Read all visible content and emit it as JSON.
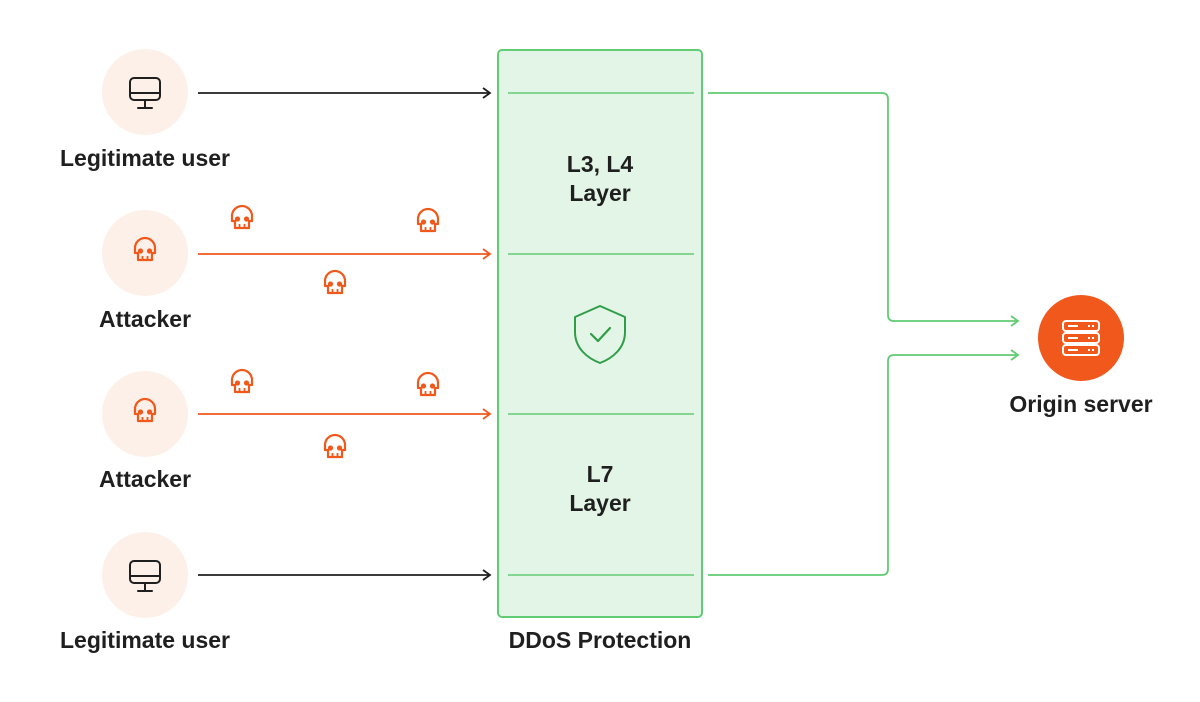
{
  "sources": [
    {
      "label": "Legitimate user",
      "kind": "user",
      "icon": "monitor-icon"
    },
    {
      "label": "Attacker",
      "kind": "attacker",
      "icon": "skull-icon"
    },
    {
      "label": "Attacker",
      "kind": "attacker",
      "icon": "skull-icon"
    },
    {
      "label": "Legitimate user",
      "kind": "user",
      "icon": "monitor-icon"
    }
  ],
  "protection": {
    "label": "DDoS Protection",
    "layer_top": {
      "line1": "L3, L4",
      "line2": "Layer"
    },
    "layer_bottom": {
      "line1": "L7",
      "line2": "Layer"
    },
    "shield_icon": "shield-check-icon"
  },
  "destination": {
    "label": "Origin server",
    "icon": "server-icon"
  },
  "colors": {
    "user_arrow": "#1f1f1f",
    "attack_arrow": "#f0591b",
    "icon_bg_light": "#fdf0e9",
    "protection_fill": "#e3f5e6",
    "protection_stroke": "#62cc74",
    "server_bg": "#f0591b"
  }
}
